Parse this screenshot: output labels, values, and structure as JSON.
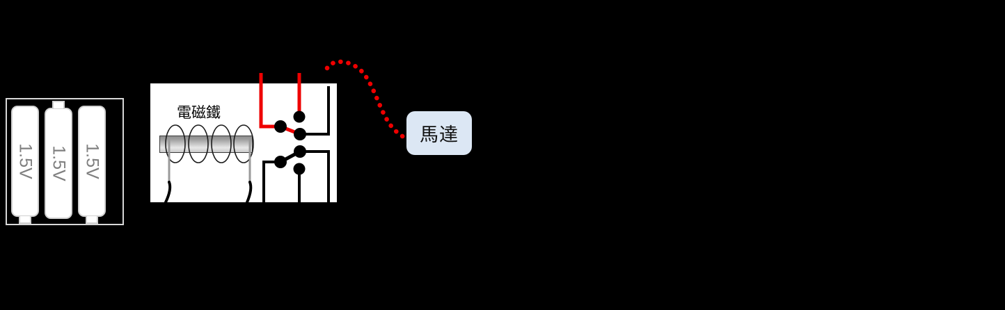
{
  "diagram": {
    "title": "relay-electromagnet-motor-circuit",
    "background_color": "#000000"
  },
  "battery_pack": {
    "name": "battery-holder",
    "cell_count": 3,
    "cells": [
      {
        "label": "1.5V",
        "terminal_position": "bottom"
      },
      {
        "label": "1.5V",
        "terminal_position": "top"
      },
      {
        "label": "1.5V",
        "terminal_position": "bottom"
      }
    ],
    "border_color": "#d8d8d8",
    "cell_text_color": "#7f7f7f"
  },
  "electromagnet": {
    "label": "電磁鐵",
    "coil_turns": 4,
    "core_color_top": "#8d8d8d",
    "core_color_bottom": "#e8e8e8",
    "panel_color": "#ffffff"
  },
  "relay": {
    "upper_switch": {
      "name": "upper-contact-switch",
      "state": "closed",
      "wire_color": "#ee0000",
      "contacts": 3
    },
    "lower_switch": {
      "name": "lower-contact-switch",
      "state": "closed",
      "wire_color": "#000000",
      "contacts": 3
    }
  },
  "motor": {
    "label": "馬達",
    "box_color": "#dce7f4",
    "text_color": "#111111"
  },
  "wires": {
    "red_color": "#ee0000",
    "black_color": "#000000",
    "gray_color": "#9a9a9a",
    "dotted_lead_color": "#ee0000"
  }
}
